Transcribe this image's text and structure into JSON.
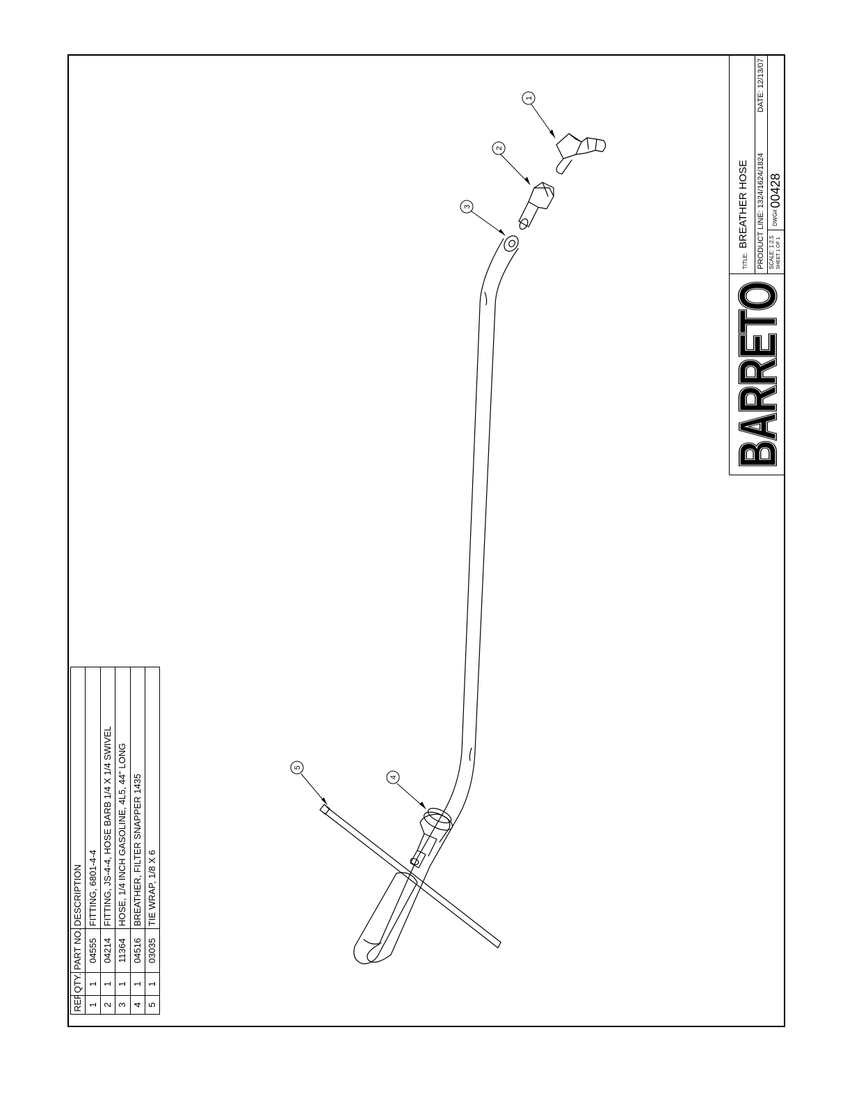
{
  "bom": {
    "headers": {
      "ref": "REF.",
      "qty": "QTY.",
      "part_no": "PART NO.",
      "description": "DESCRIPTION"
    },
    "rows": [
      {
        "ref": "1",
        "qty": "1",
        "part_no": "04555",
        "description": "FITTING, 6801-4-4"
      },
      {
        "ref": "2",
        "qty": "1",
        "part_no": "04214",
        "description": "FITTING, JS-4-4, HOSE BARB 1/4 X 1/4 SWIVEL"
      },
      {
        "ref": "3",
        "qty": "1",
        "part_no": "11364",
        "description": "HOSE, 1/4 INCH GASOLINE, 4L5, 44\" LONG"
      },
      {
        "ref": "4",
        "qty": "1",
        "part_no": "04516",
        "description": "BREATHER, FILTER SNAPPER 1435"
      },
      {
        "ref": "5",
        "qty": "1",
        "part_no": "03035",
        "description": "TIE WRAP, 1/8 X 6"
      }
    ]
  },
  "title_block": {
    "logo": "BARRETO",
    "title_label": "TITLE:",
    "title": "BREATHER HOSE",
    "product_line": "PRODUCT LINE: 1324/1624/1824",
    "date": "DATE: 12/13/07",
    "scale": "SCALE: 1:2.5",
    "sheet": "SHEET 1 OF 1",
    "dwg_label": "DWG#",
    "dwg_number": "00428"
  },
  "callouts": [
    "1",
    "2",
    "3",
    "4",
    "5"
  ]
}
